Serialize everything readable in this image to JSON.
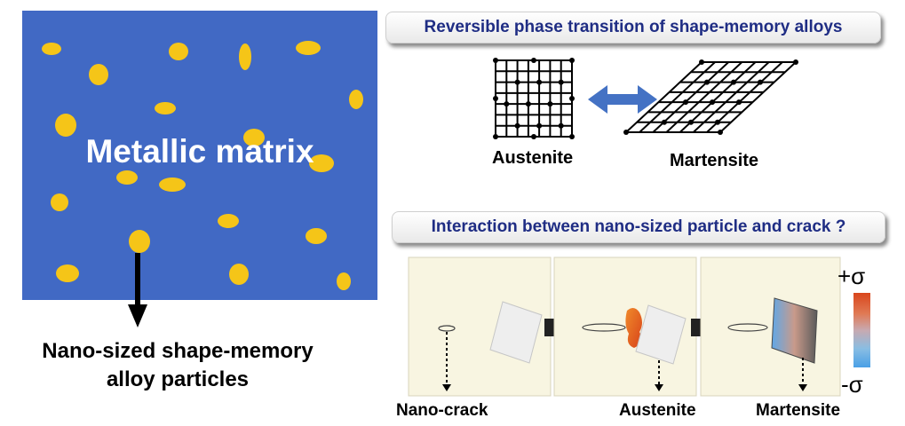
{
  "matrix": {
    "label": "Metallic matrix",
    "background": "#4169c4",
    "particle_color": "#f5c518"
  },
  "particles_caption": {
    "line1": "Nano-sized shape-memory",
    "line2": "alloy particles"
  },
  "phase_transition": {
    "title": "Reversible phase transition of shape-memory alloys",
    "left_label": "Austenite",
    "right_label": "Martensite",
    "arrow_color": "#4472c4"
  },
  "interaction": {
    "title": "Interaction between nano-sized particle and crack ?",
    "labels": {
      "nano_crack": "Nano-crack",
      "austenite": "Austenite",
      "martensite": "Martensite"
    },
    "sigma_plus": "+σ",
    "sigma_minus": "-σ",
    "panel_background": "#f8f5e1"
  },
  "title_color": "#1f2d84"
}
